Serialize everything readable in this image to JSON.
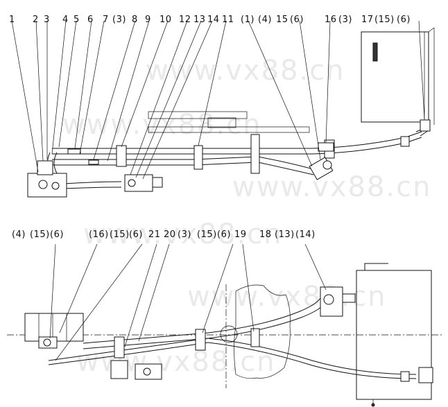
{
  "watermark": "www.vx88.cn",
  "top_view": {
    "callouts": [
      "1",
      "2",
      "3",
      "4",
      "5",
      "6",
      "7",
      "(3)",
      "8",
      "9",
      "10",
      "12",
      "13",
      "14",
      "11",
      "(1)",
      "(4)",
      "15",
      "(6)",
      "16",
      "(3)",
      "17",
      "(15)",
      "(6)"
    ]
  },
  "bottom_view": {
    "callouts": [
      "(4)",
      "(15)",
      "(6)",
      "(16)",
      "(15)",
      "(6)",
      "21",
      "20",
      "(3)",
      "(15)",
      "(6)",
      "19",
      "18",
      "(13)",
      "(14)"
    ]
  }
}
